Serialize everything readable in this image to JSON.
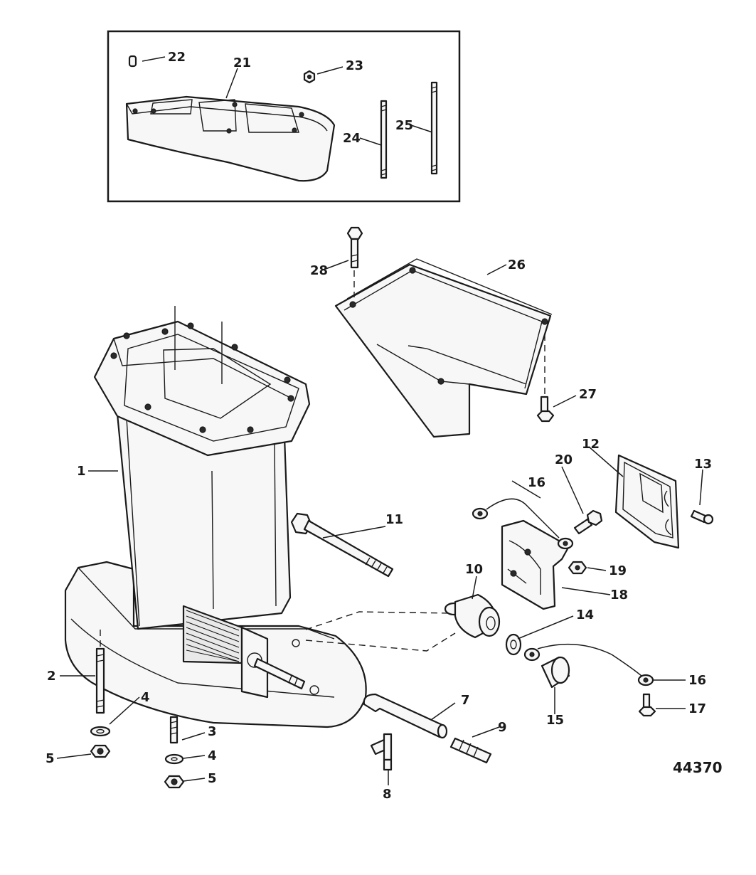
{
  "figure_number": "44370",
  "callouts": {
    "c1": "1",
    "c2": "2",
    "c3": "3",
    "c4a": "4",
    "c4b": "4",
    "c5a": "5",
    "c5b": "5",
    "c7": "7",
    "c8": "8",
    "c9": "9",
    "c10": "10",
    "c11": "11",
    "c12": "12",
    "c13": "13",
    "c14": "14",
    "c15": "15",
    "c16a": "16",
    "c16b": "16",
    "c17": "17",
    "c18": "18",
    "c19": "19",
    "c20": "20",
    "c21": "21",
    "c22": "22",
    "c23": "23",
    "c24": "24",
    "c25": "25",
    "c26": "26",
    "c27": "27",
    "c28": "28"
  }
}
